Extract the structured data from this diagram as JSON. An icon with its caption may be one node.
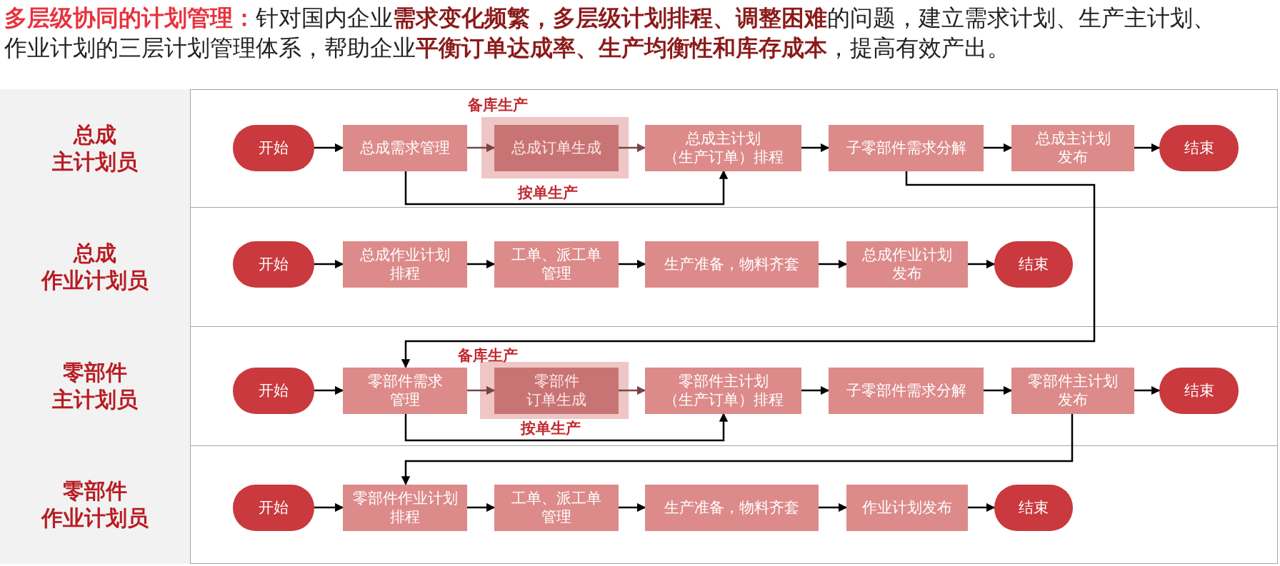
{
  "diagram": {
    "title": "多层级协同的计划管理：",
    "nodes": [
      {
        "text": [
          "总成主计划员"
        ]
      },
      {
        "text": [
          "开始"
        ]
      },
      {
        "text": [
          "总成需求管理"
        ]
      },
      {
        "text": [
          "总成订单生成"
        ],
        "beside": [
          "备库生产"
        ]
      },
      {
        "text": [
          "总成主计划（生产订单）排程"
        ]
      },
      {
        "text": [
          "子零部件需求分解"
        ]
      },
      {
        "text": [
          "总成主计划发布"
        ]
      },
      {
        "text": [
          "结束"
        ]
      },
      {
        "text": [
          "总成作业计划员"
        ]
      },
      {
        "text": [
          "开始"
        ]
      },
      {
        "text": [
          "总成作业计划排程"
        ]
      },
      {
        "text": [
          "工单、派工单管理"
        ]
      },
      {
        "text": [
          "生产准备，物料齐套"
        ]
      },
      {
        "text": [
          "总成作业计划发布"
        ]
      },
      {
        "text": [
          "结束"
        ]
      },
      {
        "text": [
          "零部件主计划员"
        ]
      },
      {
        "text": [
          "开始"
        ]
      },
      {
        "text": [
          "零部件需求管理"
        ]
      },
      {
        "text": [
          "零部件订单生成"
        ],
        "beside": [
          "备库生产"
        ]
      },
      {
        "text": [
          "零部件主计划（生产订单）排程"
        ]
      },
      {
        "text": [
          "子零部件需求分解"
        ]
      },
      {
        "text": [
          "零部件主计划发布"
        ]
      },
      {
        "text": [
          "结束"
        ]
      },
      {
        "text": [
          "零部件作业计划员"
        ]
      },
      {
        "text": [
          "开始"
        ]
      },
      {
        "text": [
          "零部件作业计划排程"
        ]
      },
      {
        "text": [
          "工单、派工单管理"
        ]
      },
      {
        "text": [
          "生产准备，物料齐套"
        ]
      },
      {
        "text": [
          "作业计划发布"
        ]
      },
      {
        "text": [
          "结束"
        ]
      }
    ],
    "edges": [
      {
        "from": 1,
        "to": 2,
        "arrow": "to"
      },
      {
        "from": 2,
        "to": 3,
        "arrow": "to",
        "color": "#7a4645"
      },
      {
        "from": 3,
        "to": 4,
        "arrow": "to",
        "color": "#7a4645"
      },
      {
        "from": 2,
        "to": 4,
        "arrow": "to",
        "label": "按单生产"
      },
      {
        "from": 4,
        "to": 5,
        "arrow": "to"
      },
      {
        "from": 5,
        "to": 6,
        "arrow": "to"
      },
      {
        "from": 6,
        "to": 7,
        "arrow": "to"
      },
      {
        "from": 5,
        "to": 17,
        "arrow": "to"
      },
      {
        "from": 9,
        "to": 10,
        "arrow": "to"
      },
      {
        "from": 10,
        "to": 11,
        "arrow": "to"
      },
      {
        "from": 11,
        "to": 12,
        "arrow": "to"
      },
      {
        "from": 12,
        "to": 13,
        "arrow": "to"
      },
      {
        "from": 13,
        "to": 14,
        "arrow": "to"
      },
      {
        "from": 16,
        "to": 17,
        "arrow": "to"
      },
      {
        "from": 17,
        "to": 18,
        "arrow": "to",
        "color": "#7a4645"
      },
      {
        "from": 18,
        "to": 19,
        "arrow": "to",
        "color": "#7a4645"
      },
      {
        "from": 17,
        "to": 19,
        "arrow": "to",
        "label": "按单生产"
      },
      {
        "from": 19,
        "to": 20,
        "arrow": "to"
      },
      {
        "from": 20,
        "to": 21,
        "arrow": "to"
      },
      {
        "from": 21,
        "to": 22,
        "arrow": "to"
      },
      {
        "from": 21,
        "to": 25,
        "arrow": "to"
      },
      {
        "from": 24,
        "to": 25,
        "arrow": "to"
      },
      {
        "from": 25,
        "to": 26,
        "arrow": "to"
      },
      {
        "from": 26,
        "to": 27,
        "arrow": "to"
      },
      {
        "from": 27,
        "to": 28,
        "arrow": "to"
      },
      {
        "from": 28,
        "to": 29,
        "arrow": "to"
      }
    ],
    "labels": [
      "针对国内企业**需求变化频繁，多层级计划排程、调整困难**的问题，建立需求计划、生产主计划、作业计划的三层计划管理体系，帮助企业**平衡订单达成率、生产均衡性和库存成本**，提高有效产出。"
    ]
  }
}
